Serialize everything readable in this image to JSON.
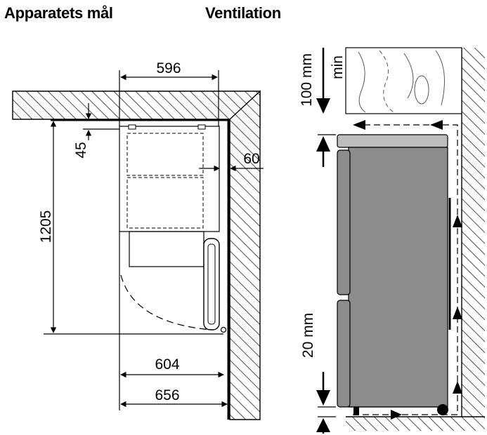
{
  "headings": {
    "left": "Apparatets mål",
    "right": "Ventilation"
  },
  "dimensions": {
    "width_top": "596",
    "gap_top": "45",
    "gap_back": "60",
    "height": "1205",
    "depth": "604",
    "depth_total": "656"
  },
  "ventilation": {
    "top_value": "100 mm",
    "top_qualifier": "min",
    "bottom_value": "20 mm"
  },
  "colors": {
    "appliance_fill": "#8c8c8c",
    "appliance_top": "#bdbdbd",
    "line": "#000000"
  }
}
